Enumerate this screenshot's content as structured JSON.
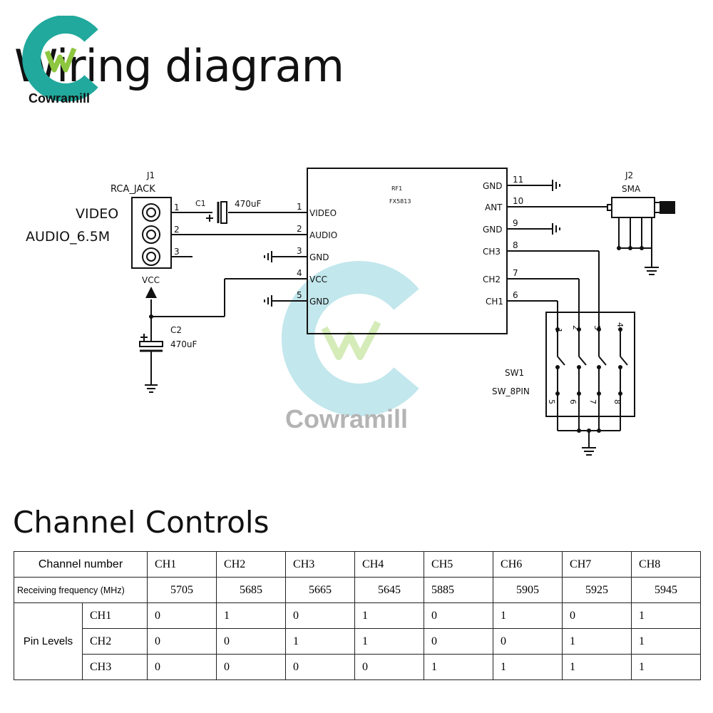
{
  "header": {
    "title": "Wiring diagram",
    "brand": "Cowramill"
  },
  "watermark": {
    "text": "Cowramill",
    "ring_color": "#bfe6ec",
    "logo_color": "#21a99d",
    "w_color": "#8dc63f"
  },
  "schematic": {
    "j1": {
      "ref": "J1",
      "name": "RCA_JACK",
      "pins": [
        "1",
        "2",
        "3"
      ],
      "label_video": "VIDEO",
      "label_audio": "AUDIO_6.5M"
    },
    "vcc_label": "VCC",
    "c1": {
      "ref": "C1",
      "value": "470uF"
    },
    "c2": {
      "ref": "C2",
      "value": "470uF"
    },
    "rf1": {
      "ref": "RF1",
      "part": "FX5813"
    },
    "left_pins": [
      {
        "num": "1",
        "name": "VIDEO"
      },
      {
        "num": "2",
        "name": "AUDIO"
      },
      {
        "num": "3",
        "name": "GND"
      },
      {
        "num": "4",
        "name": "VCC"
      },
      {
        "num": "5",
        "name": "GND"
      }
    ],
    "right_pins": [
      {
        "num": "11",
        "name": "GND"
      },
      {
        "num": "10",
        "name": "ANT"
      },
      {
        "num": "9",
        "name": "GND"
      },
      {
        "num": "8",
        "name": "CH3"
      },
      {
        "num": "7",
        "name": "CH2"
      },
      {
        "num": "6",
        "name": "CH1"
      }
    ],
    "j2": {
      "ref": "J2",
      "name": "SMA"
    },
    "sw1": {
      "ref": "SW1",
      "name": "SW_8PIN",
      "top_pins": [
        "1",
        "2",
        "3",
        "4"
      ],
      "bottom_pins": [
        "5",
        "6",
        "7",
        "8"
      ]
    }
  },
  "channel_controls": {
    "title": "Channel Controls",
    "channel_number_label": "Channel number",
    "frequency_label": "Receiving frequency (MHz)",
    "pin_levels_label": "Pin Levels",
    "channels": [
      "CH1",
      "CH2",
      "CH3",
      "CH4",
      "CH5",
      "CH6",
      "CH7",
      "CH8"
    ],
    "frequencies": [
      "5705",
      "5685",
      "5665",
      "5645",
      "5885",
      "5905",
      "5925",
      "5945"
    ],
    "pin_rows": [
      {
        "pin": "CH1",
        "levels": [
          "0",
          "1",
          "0",
          "1",
          "0",
          "1",
          "0",
          "1"
        ]
      },
      {
        "pin": "CH2",
        "levels": [
          "0",
          "0",
          "1",
          "1",
          "0",
          "0",
          "1",
          "1"
        ]
      },
      {
        "pin": "CH3",
        "levels": [
          "0",
          "0",
          "0",
          "0",
          "1",
          "1",
          "1",
          "1"
        ]
      }
    ]
  }
}
